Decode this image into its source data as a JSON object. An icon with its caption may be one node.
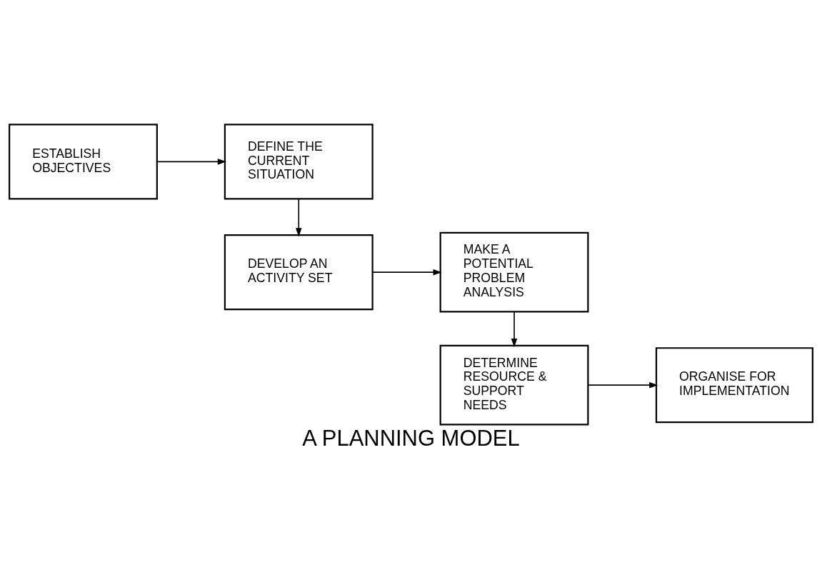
{
  "diagram": {
    "title": "A PLANNING MODEL",
    "nodes": [
      {
        "text": [
          "ESTABLISH OBJECTIVES"
        ]
      },
      {
        "text": [
          "DEFINE THE CURRENT SITUATION"
        ]
      },
      {
        "text": [
          "DEVELOP AN ACTIVITY SET"
        ]
      },
      {
        "text": [
          "MAKE A POTENTIAL PROBLEM ANALYSIS"
        ]
      },
      {
        "text": [
          "DETERMINE RESOURCE & SUPPORT NEEDS"
        ]
      },
      {
        "text": [
          "ORGANISE FOR IMPLEMENTATION"
        ]
      }
    ],
    "edges": [
      {
        "from": 0,
        "to": 1,
        "arrow": "to"
      },
      {
        "from": 1,
        "to": 2,
        "arrow": "to"
      },
      {
        "from": 2,
        "to": 3,
        "arrow": "to"
      },
      {
        "from": 3,
        "to": 4,
        "arrow": "to"
      },
      {
        "from": 4,
        "to": 5,
        "arrow": "to"
      }
    ]
  }
}
